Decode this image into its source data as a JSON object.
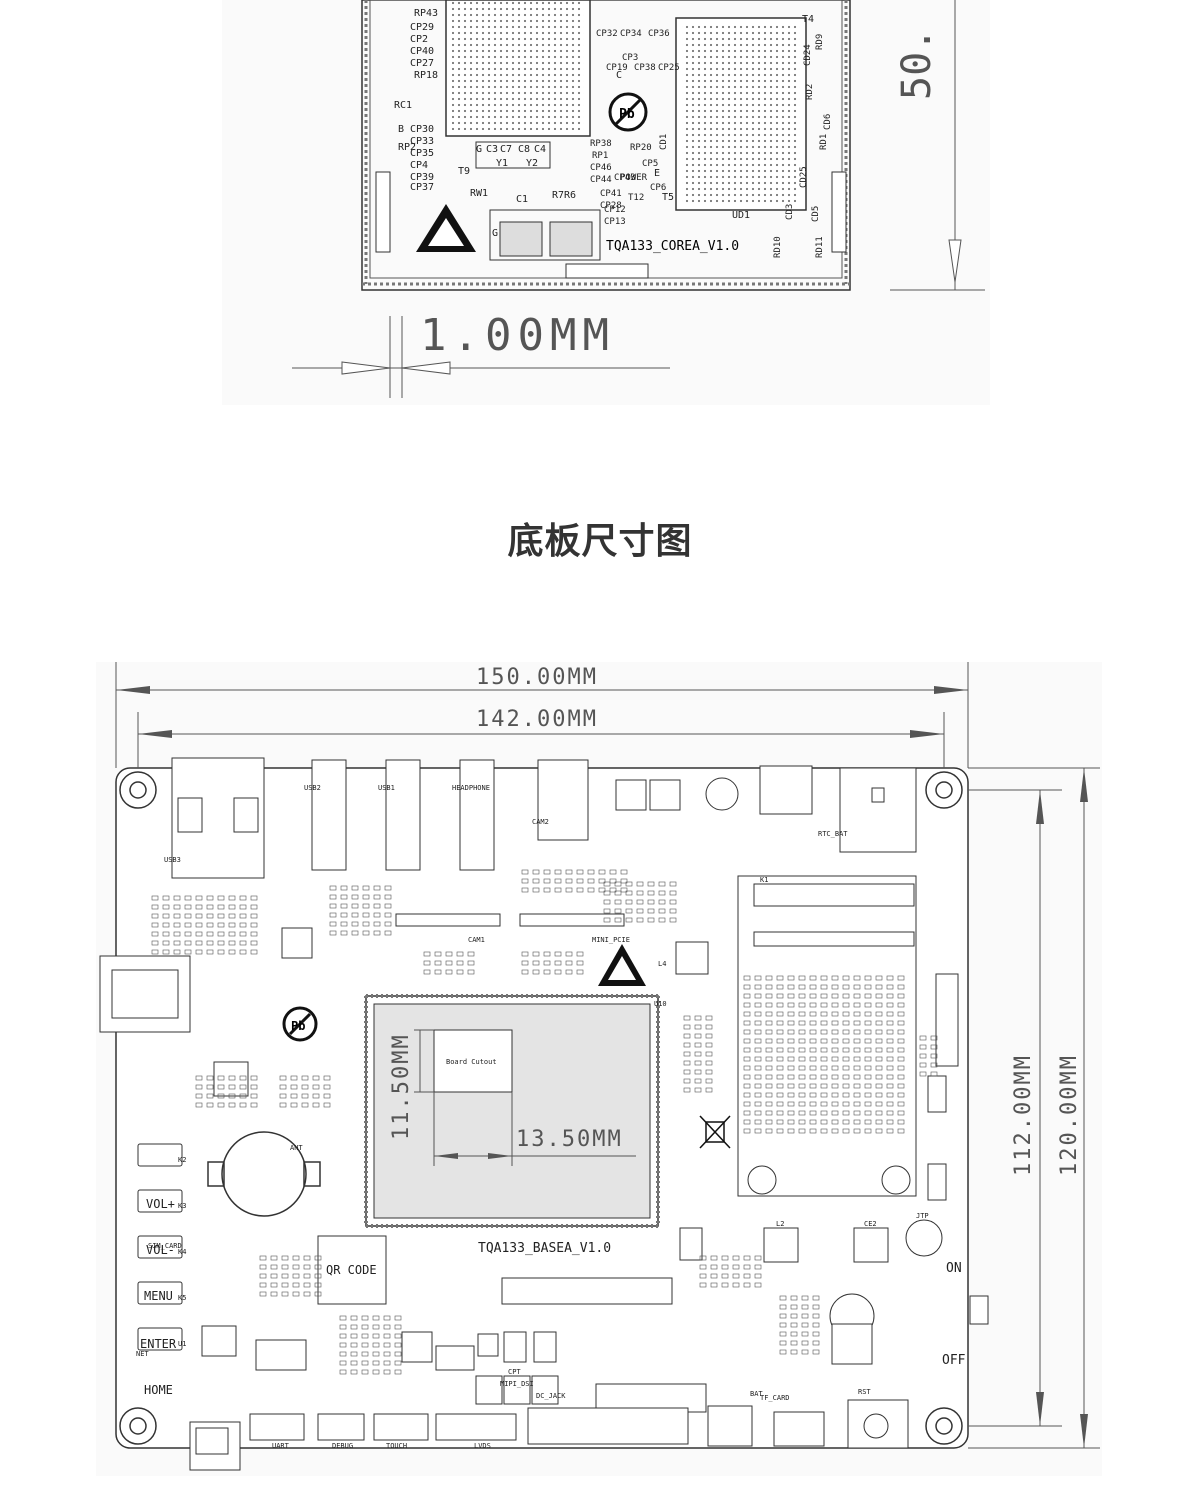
{
  "core_board": {
    "board_name": "TQA133_COREA_V1.0",
    "dim_bottom": "1.00MM",
    "dim_side": "50.",
    "u_labels": [
      "UD1"
    ],
    "labels_left": [
      "CP29",
      "CP2",
      "CP40",
      "CP27",
      "RP18",
      "RP43",
      "RC1",
      "CP30",
      "CP33",
      "CP35",
      "CP4",
      "CP39",
      "CP37",
      "RP2"
    ],
    "labels_mid": [
      "CP32",
      "CP34",
      "CP36",
      "CP19",
      "CP3",
      "CP38",
      "CP25",
      "RP38",
      "RP1",
      "CP46",
      "CP44",
      "CP41",
      "CP28",
      "CP43",
      "CP12",
      "CP13",
      "CP5",
      "RP20",
      "POWER",
      "T12",
      "CP6"
    ],
    "labels_right": [
      "CD24",
      "RD9",
      "RD2",
      "RD1",
      "CD25",
      "CD5",
      "RD10",
      "RD11",
      "CD6",
      "CD3",
      "CD1"
    ],
    "crystal_labels": [
      "C3",
      "C7",
      "C8",
      "C4",
      "Y1",
      "Y2"
    ],
    "misc_labels": [
      "T9",
      "T5",
      "T4",
      "RW1",
      "C1",
      "R7",
      "R6",
      "G",
      "G",
      "E",
      "B",
      "C"
    ]
  },
  "section_title": "底板尺寸图",
  "base_board": {
    "dim_width_outer": "150.00MM",
    "dim_width_inner": "142.00MM",
    "dim_height_inner": "112.00MM",
    "dim_height_outer": "120.00MM",
    "dim_cutout_h": "11.50MM",
    "dim_cutout_w": "13.50MM",
    "board_name": "TQA133_BASEA_V1.0",
    "cutout_label": "Board Cutout",
    "qr_label": "QR CODE",
    "buttons": [
      "VOL+",
      "VOL-",
      "MENU",
      "ENTER",
      "HOME"
    ],
    "on_label": "ON",
    "off_label": "OFF",
    "connector_labels": [
      "UART",
      "DEBUG",
      "TOUCH",
      "LVDS",
      "MIPI_DSI",
      "DC_JACK",
      "RST",
      "BAT",
      "TF_CARD",
      "SIM_CARD",
      "RTC_BAT",
      "ANT",
      "NET",
      "USB3",
      "USB2",
      "USB1",
      "HEADPHONE",
      "CAM2",
      "CAM1",
      "MINI_PCIE",
      "K1",
      "K2",
      "K3",
      "K4",
      "K5",
      "U1",
      "U10",
      "L4",
      "L2",
      "CE2",
      "JTP",
      "CPT"
    ]
  }
}
